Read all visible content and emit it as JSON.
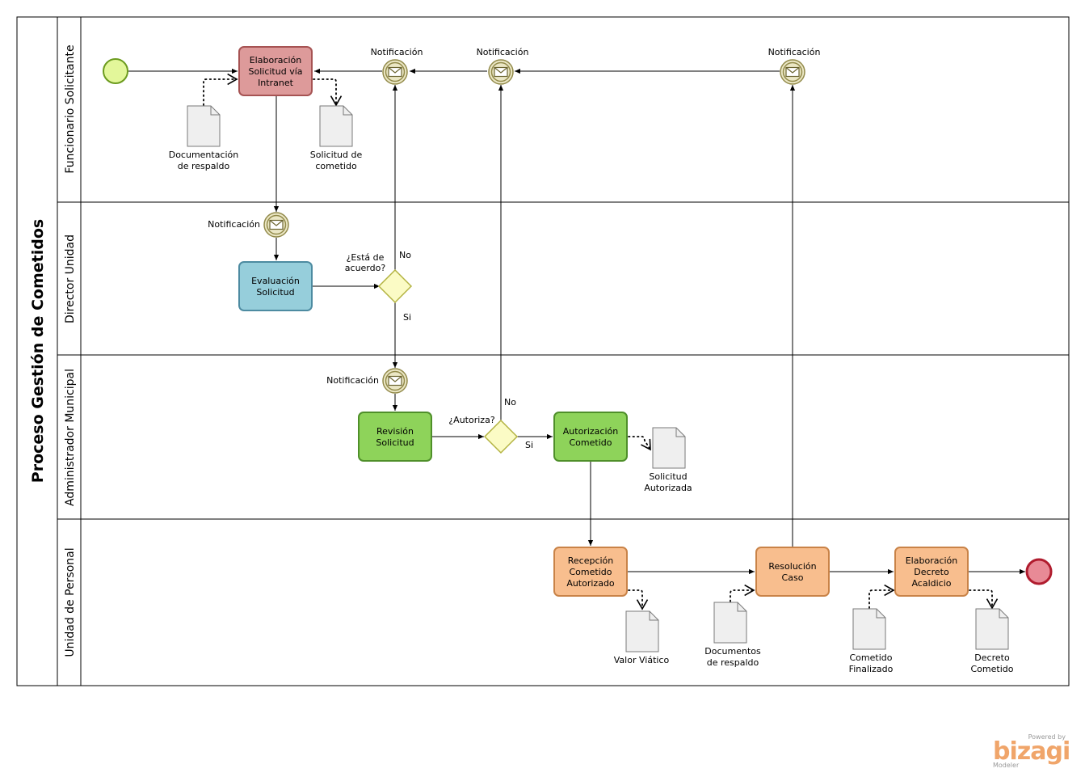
{
  "pool": {
    "title": "Proceso Gestión de Cometidos"
  },
  "lanes": [
    {
      "id": "funcionario",
      "label": "Funcionario Solicitante"
    },
    {
      "id": "director",
      "label": "Director Unidad"
    },
    {
      "id": "administrador",
      "label": "Administrador Municipal"
    },
    {
      "id": "personal",
      "label": "Unidad de Personal"
    }
  ],
  "tasks": {
    "elaboracion_solicitud": {
      "lines": [
        "Elaboración",
        "Solicitud vía",
        "Intranet"
      ],
      "fill": "#dd9a9a",
      "stroke": "#a65353"
    },
    "evaluacion_solicitud": {
      "lines": [
        "Evaluación",
        "Solicitud"
      ],
      "fill": "#96cedb",
      "stroke": "#4d8ba1"
    },
    "revision_solicitud": {
      "lines": [
        "Revisión",
        "Solicitud"
      ],
      "fill": "#8ed35a",
      "stroke": "#4f8f2a"
    },
    "autorizacion_cometido": {
      "lines": [
        "Autorización",
        "Cometido"
      ],
      "fill": "#8ed35a",
      "stroke": "#4f8f2a"
    },
    "recepcion_cometido": {
      "lines": [
        "Recepción",
        "Cometido",
        "Autorizado"
      ],
      "fill": "#f8be8e",
      "stroke": "#c98348"
    },
    "resolucion_caso": {
      "lines": [
        "Resolución",
        "Caso"
      ],
      "fill": "#f8be8e",
      "stroke": "#c98348"
    },
    "elaboracion_decreto": {
      "lines": [
        "Elaboración",
        "Decreto",
        "Acaldicio"
      ],
      "fill": "#f8be8e",
      "stroke": "#c98348"
    }
  },
  "gateways": {
    "esta_de_acuerdo": {
      "question_lines": [
        "¿Está de",
        "acuerdo?"
      ],
      "no": "No",
      "yes": "Si"
    },
    "autoriza": {
      "question": "¿Autoriza?",
      "no": "No",
      "yes": "Si"
    }
  },
  "message_events": {
    "notif_1": "Notificación",
    "notif_2": "Notificación",
    "notif_3": "Notificación",
    "notif_director": "Notificación",
    "notif_admin": "Notificación"
  },
  "documents": {
    "doc_respaldo_1": [
      "Documentación",
      "de respaldo"
    ],
    "solicitud_cometido": [
      "Solicitud de",
      "cometido"
    ],
    "solicitud_autorizada": [
      "Solicitud",
      "Autorizada"
    ],
    "valor_viatico": [
      "Valor Viático"
    ],
    "documentos_respaldo": [
      "Documentos",
      "de respaldo"
    ],
    "cometido_finalizado": [
      "Cometido",
      "Finalizado"
    ],
    "decreto_cometido": [
      "Decreto",
      "Cometido"
    ]
  },
  "colors": {
    "start_fill": "#e3f79a",
    "start_stroke": "#6c9b1e",
    "end_fill": "#e88a96",
    "end_stroke": "#b01c2e",
    "event_fill": "#ebe7c5",
    "event_stroke": "#928a4a",
    "gateway_fill": "#fbfbc5",
    "gateway_stroke": "#b3b341",
    "doc_fill": "#efefef",
    "doc_stroke": "#7a7a7a"
  },
  "branding": {
    "powered": "Powered by",
    "logo": "bizagi",
    "product": "Modeler"
  }
}
